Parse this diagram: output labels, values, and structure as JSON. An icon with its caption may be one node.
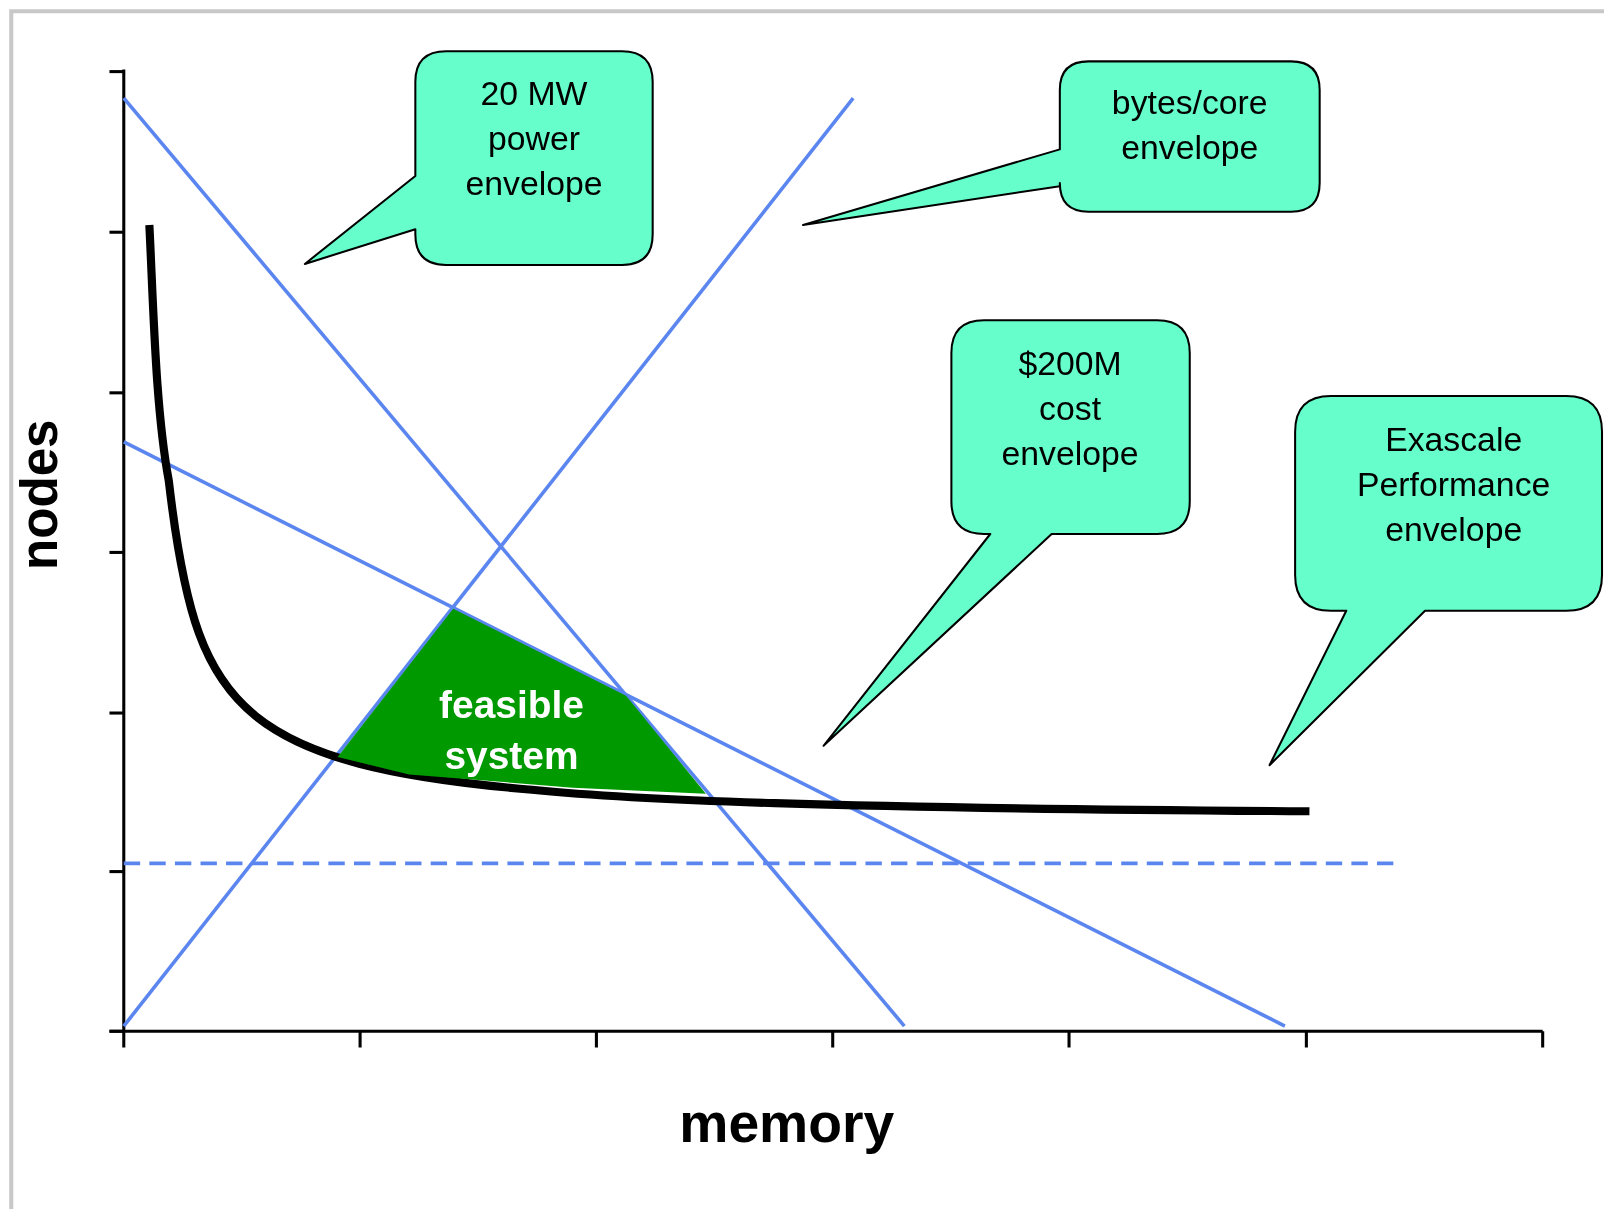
{
  "diagram": {
    "nodes": [
      {
        "text": [
          "20 MW power envelope"
        ]
      },
      {
        "text": [
          "bytes/core envelope"
        ]
      },
      {
        "text": [
          "$200M cost envelope"
        ]
      },
      {
        "text": [
          "Exascale Performance envelope"
        ]
      },
      {
        "text": [
          "feasible system"
        ]
      }
    ],
    "labels": [
      "nodes",
      "memory"
    ]
  }
}
